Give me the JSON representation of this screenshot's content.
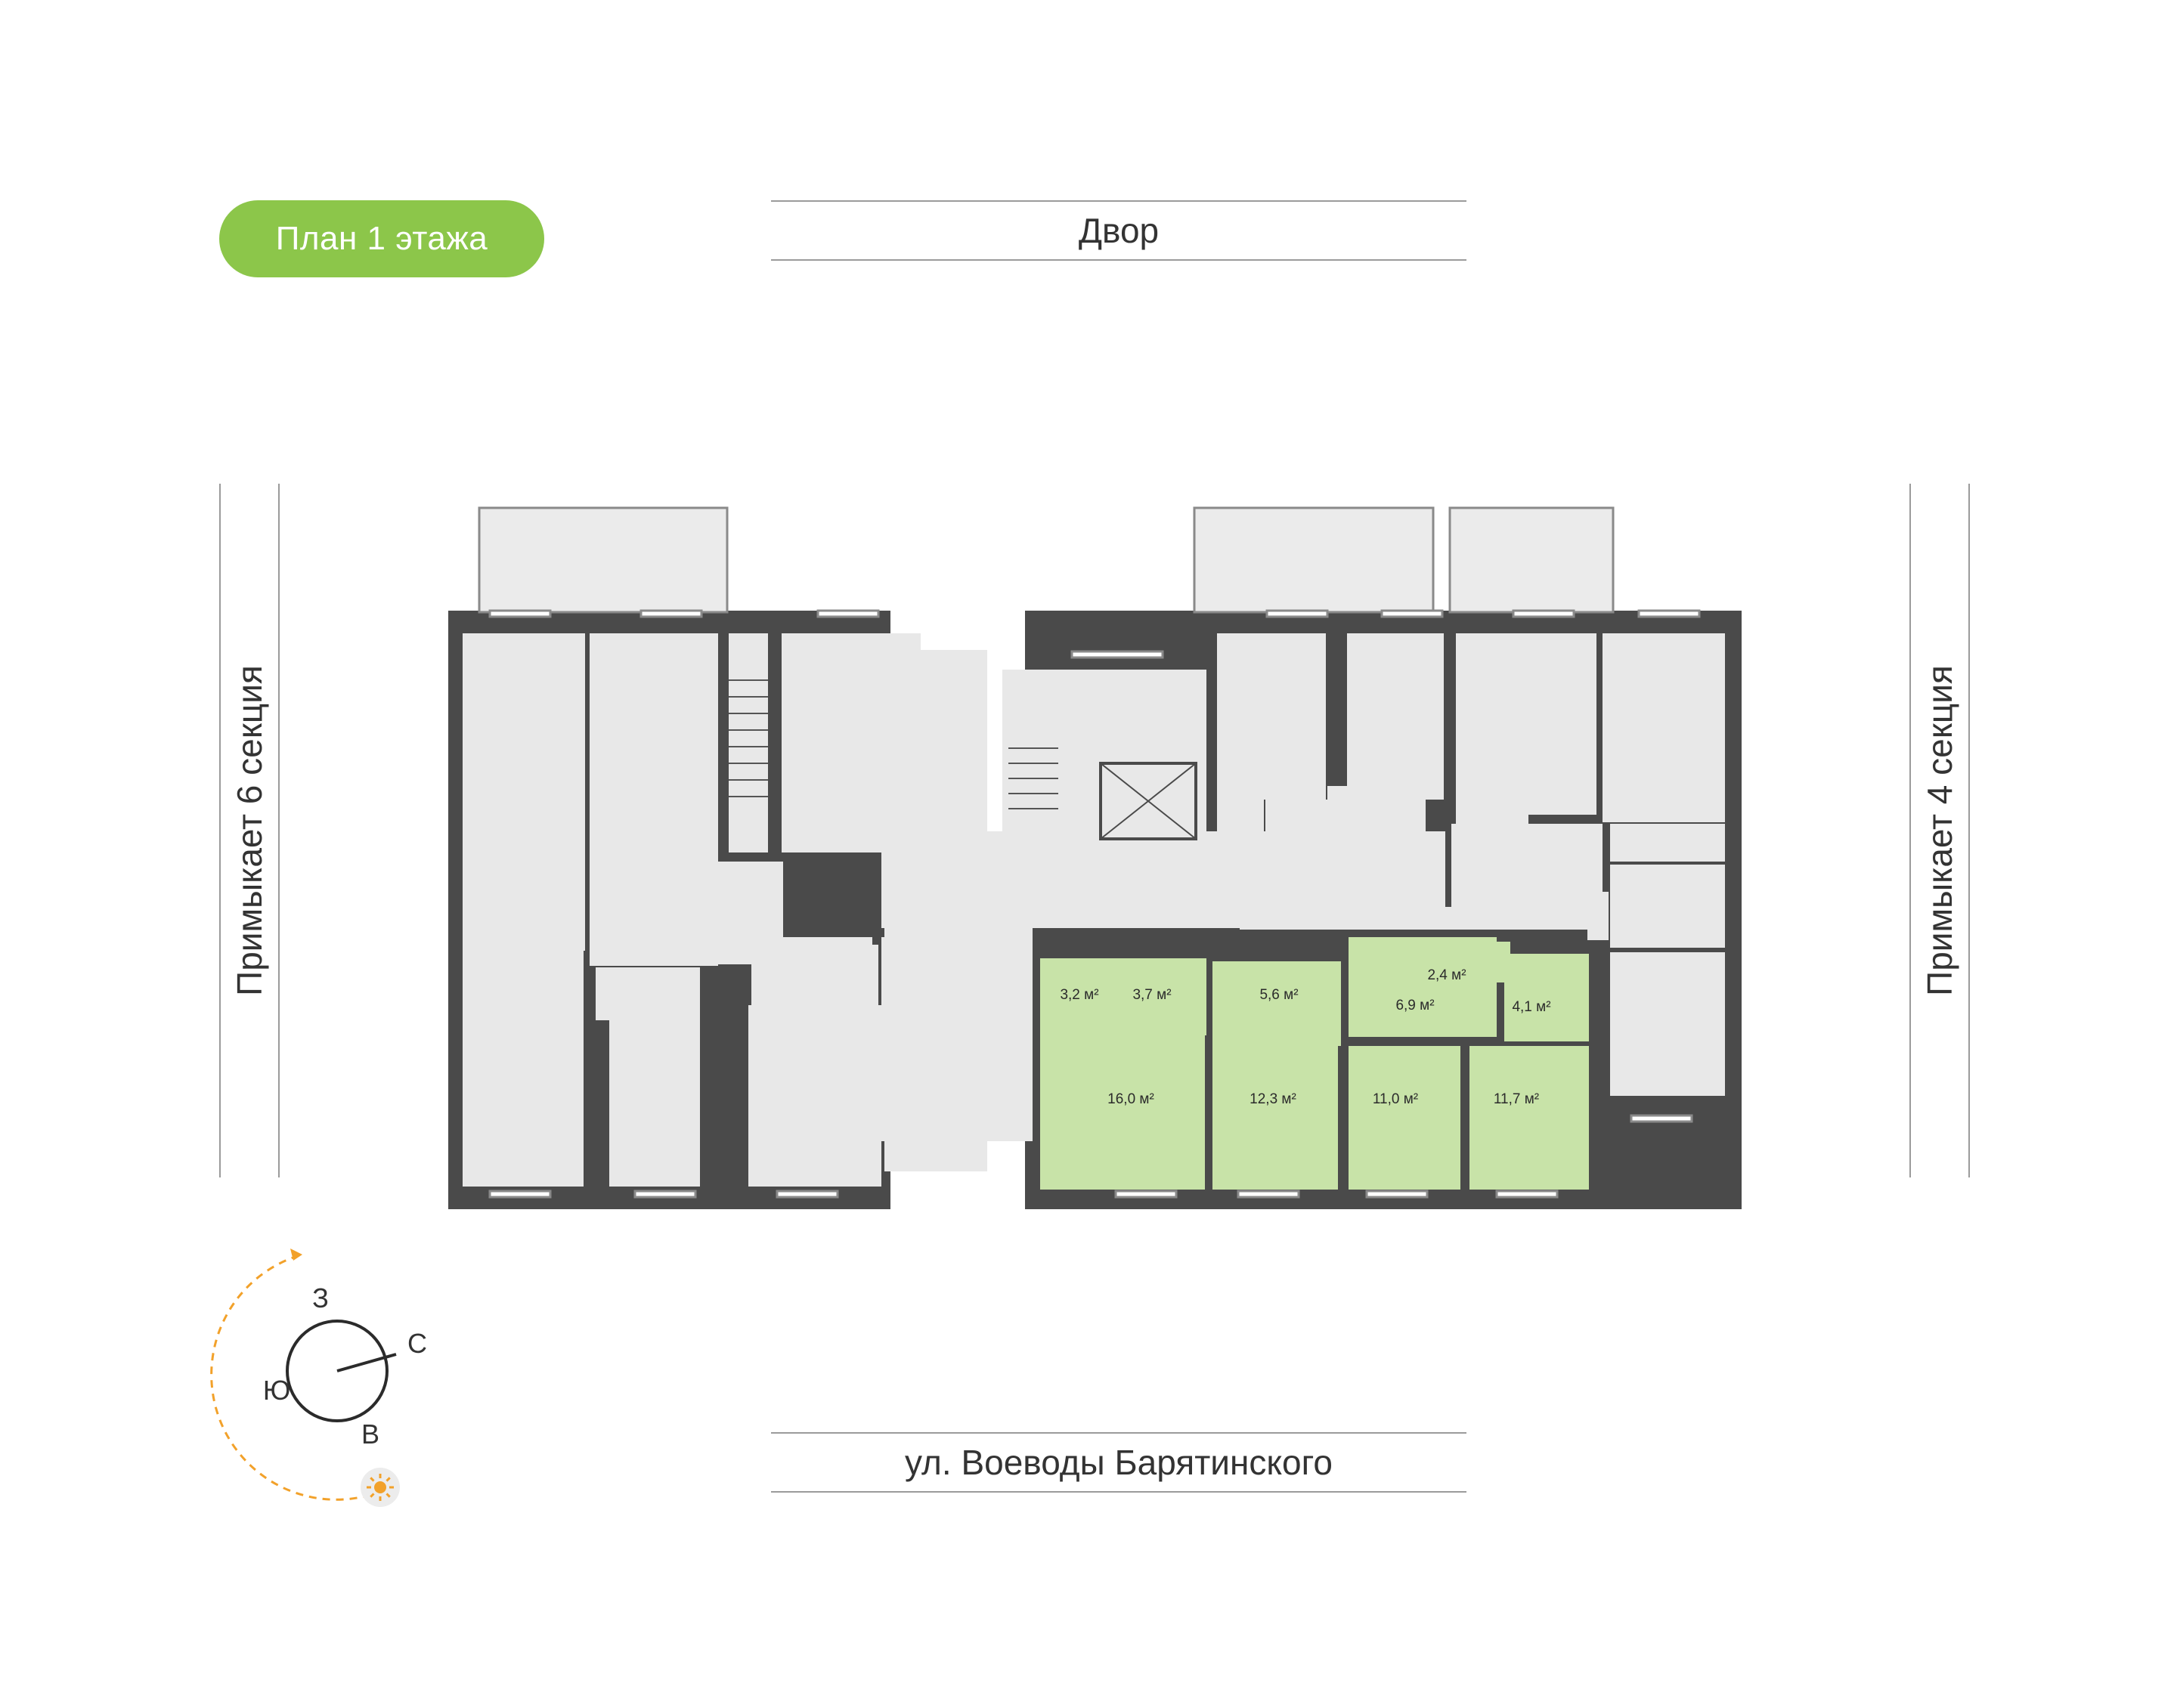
{
  "badge": {
    "label": "План 1 этажа",
    "color": "#8cc64a"
  },
  "streets": {
    "top": "Двор",
    "bottom": "ул. Воеводы Барятинского"
  },
  "sides": {
    "left": "Примыкает 6 секция",
    "right": "Примыкает 4 секция"
  },
  "compass": {
    "north": "С",
    "south": "Ю",
    "west": "З",
    "east": "В",
    "path_color": "#f2a12a"
  },
  "colors": {
    "wall": "#4a4a4a",
    "room": "#e8e8e8",
    "selected": "#c8e3a8",
    "balcony": "#ebebeb"
  },
  "apartment": {
    "rooms": [
      {
        "id": "hall",
        "area": "3,2 м²"
      },
      {
        "id": "bath",
        "area": "3,7 м²"
      },
      {
        "id": "kitchen",
        "area": "5,6 м²"
      },
      {
        "id": "corridor",
        "area": "6,9 м²"
      },
      {
        "id": "wc",
        "area": "2,4 м²"
      },
      {
        "id": "bath2",
        "area": "4,1 м²"
      },
      {
        "id": "room1",
        "area": "16,0 м²"
      },
      {
        "id": "room2",
        "area": "12,3 м²"
      },
      {
        "id": "room3",
        "area": "11,0 м²"
      },
      {
        "id": "room4",
        "area": "11,7 м²"
      }
    ]
  }
}
